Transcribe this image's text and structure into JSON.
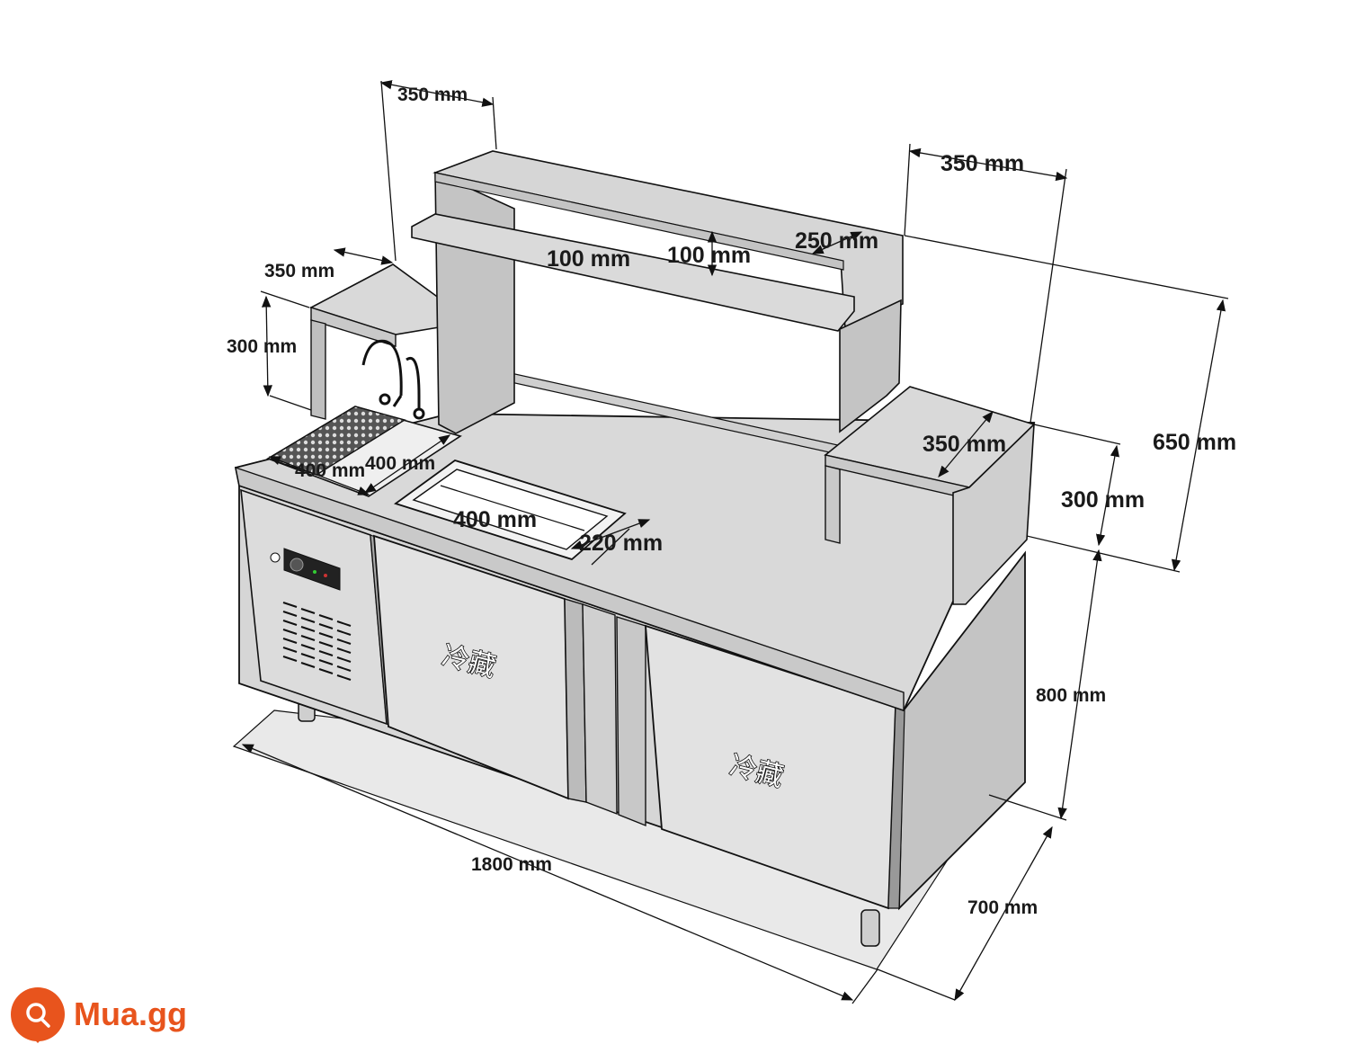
{
  "dimensions": {
    "top_shelf_depth_left": "350 mm",
    "top_shelf_depth_right": "350 mm",
    "side_shelf_depth_left": "350 mm",
    "side_shelf_height_left": "300 mm",
    "shelf_gap_1": "100 mm",
    "shelf_gap_2": "100 mm",
    "shelf_lip": "250 mm",
    "side_shelf_depth_right": "350 mm",
    "side_shelf_height_right": "300 mm",
    "overstructure_height": "650 mm",
    "counter_height": "800 mm",
    "counter_depth": "700 mm",
    "counter_width": "1800 mm",
    "sink_length": "400 mm",
    "sink_width": "400 mm",
    "well_length": "400 mm",
    "well_width": "220 mm"
  },
  "door_labels": {
    "left": "冷藏",
    "right": "冷藏"
  },
  "watermark": {
    "text": "Mua.gg"
  },
  "colors": {
    "steel": "#d9d9d9",
    "steel_dark": "#bdbdbd",
    "outline": "#111111",
    "brand": "#e8541d"
  }
}
